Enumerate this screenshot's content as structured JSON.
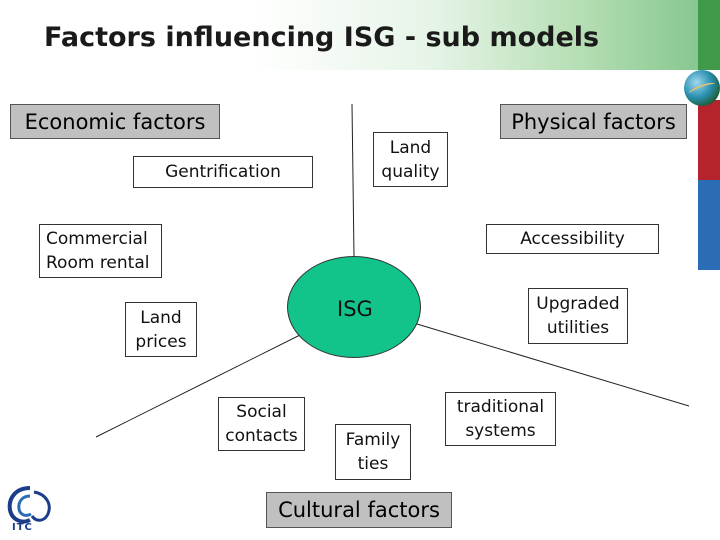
{
  "title": "Factors influencing ISG - sub models",
  "categories": {
    "economic": "Economic factors",
    "physical": "Physical factors",
    "cultural": "Cultural factors"
  },
  "center": "ISG",
  "factors": {
    "gentrification": "Gentrification",
    "land_quality": "Land\nquality",
    "commercial_room_rental": "Commercial\nRoom rental",
    "accessibility": "Accessibility",
    "land_prices": "Land\nprices",
    "upgraded_utilities": "Upgraded\nutilities",
    "social_contacts": "Social\ncontacts",
    "family_ties": "Family\nties",
    "traditional_systems": "traditional\nsystems"
  },
  "logo_text": "ITC",
  "colors": {
    "isg_fill": "#12c38b",
    "category_fill": "#c0c0c0",
    "stripe_red": "#b5232c",
    "stripe_blue": "#2a6db5",
    "stripe_green": "#3f9a4a"
  }
}
